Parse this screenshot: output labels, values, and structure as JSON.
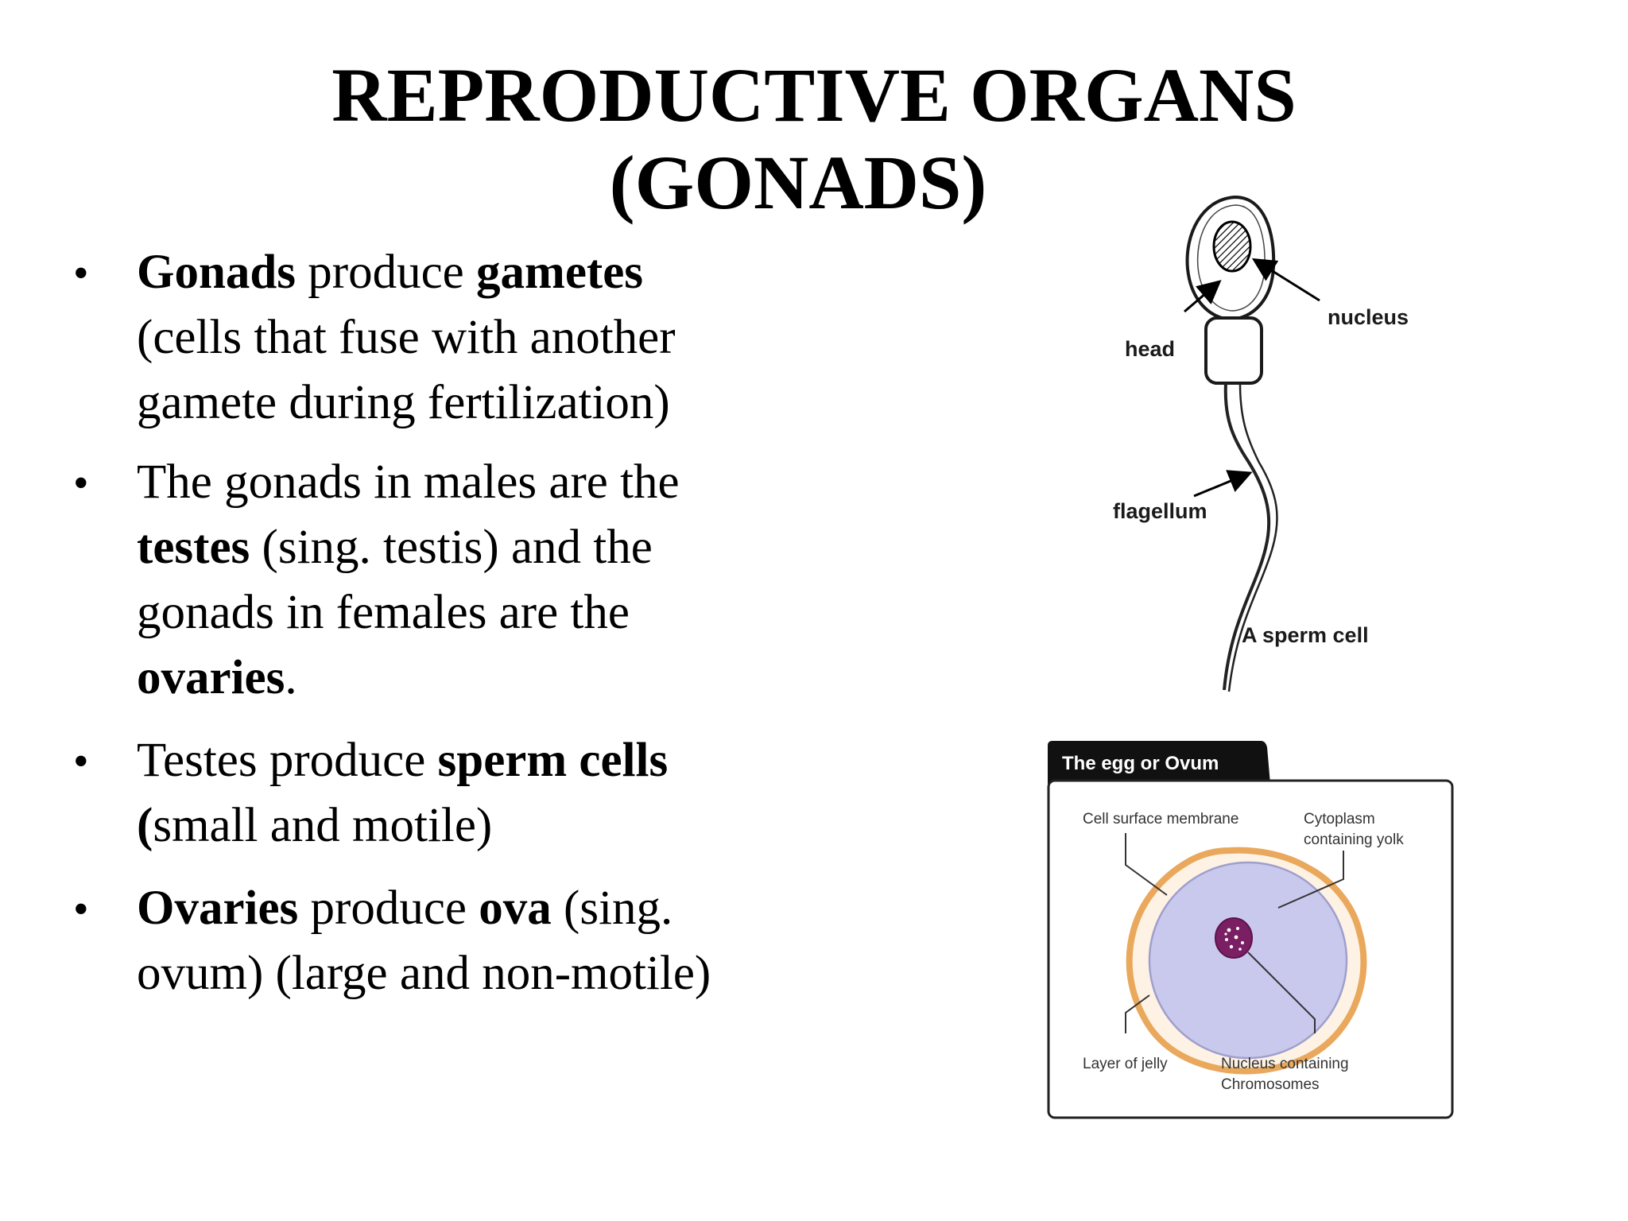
{
  "slide": {
    "title_line1": "REPRODUCTIVE ORGANS",
    "title_line2": "(GONADS)"
  },
  "bullets": [
    {
      "lines": [
        [
          {
            "b": "Gonads"
          },
          {
            "t": " produce "
          },
          {
            "b": "gametes"
          }
        ],
        [
          {
            "t": "(cells that fuse with another"
          }
        ],
        [
          {
            "t": "gamete during fertilization)"
          }
        ]
      ]
    },
    {
      "lines": [
        [
          {
            "t": "The gonads in males are the"
          }
        ],
        [
          {
            "b": "testes"
          },
          {
            "t": " (sing. testis) and the"
          }
        ],
        [
          {
            "t": "gonads in females are the"
          }
        ],
        [
          {
            "b": "ovaries"
          },
          {
            "t": "."
          }
        ]
      ]
    },
    {
      "lines": [
        [
          {
            "t": "Testes produce "
          },
          {
            "b": "sperm cells"
          }
        ],
        [
          {
            "b": "("
          },
          {
            "t": "small and motile)"
          }
        ]
      ]
    },
    {
      "lines": [
        [
          {
            "b": "Ovaries"
          },
          {
            "t": " produce "
          },
          {
            "b": "ova"
          },
          {
            "t": " (sing."
          }
        ],
        [
          {
            "t": "ovum) (large and non-motile)"
          }
        ]
      ]
    }
  ],
  "sperm_diagram": {
    "head": "head",
    "nucleus": "nucleus",
    "flagellum": "flagellum",
    "caption": "A sperm cell"
  },
  "ovum_diagram": {
    "tab_label": "The egg or Ovum",
    "cell_surface_membrane": "Cell surface membrane",
    "cytoplasm_line1": "Cytoplasm",
    "cytoplasm_line2": "containing yolk",
    "layer_of_jelly": "Layer of jelly",
    "nucleus_line1": "Nucleus containing",
    "nucleus_line2": "Chromosomes"
  },
  "colors": {
    "cytoplasm": "#c9c9ee",
    "membrane_ring": "#e9a85c",
    "jelly": "#fdf2e4",
    "nucleus": "#7a1f63"
  }
}
